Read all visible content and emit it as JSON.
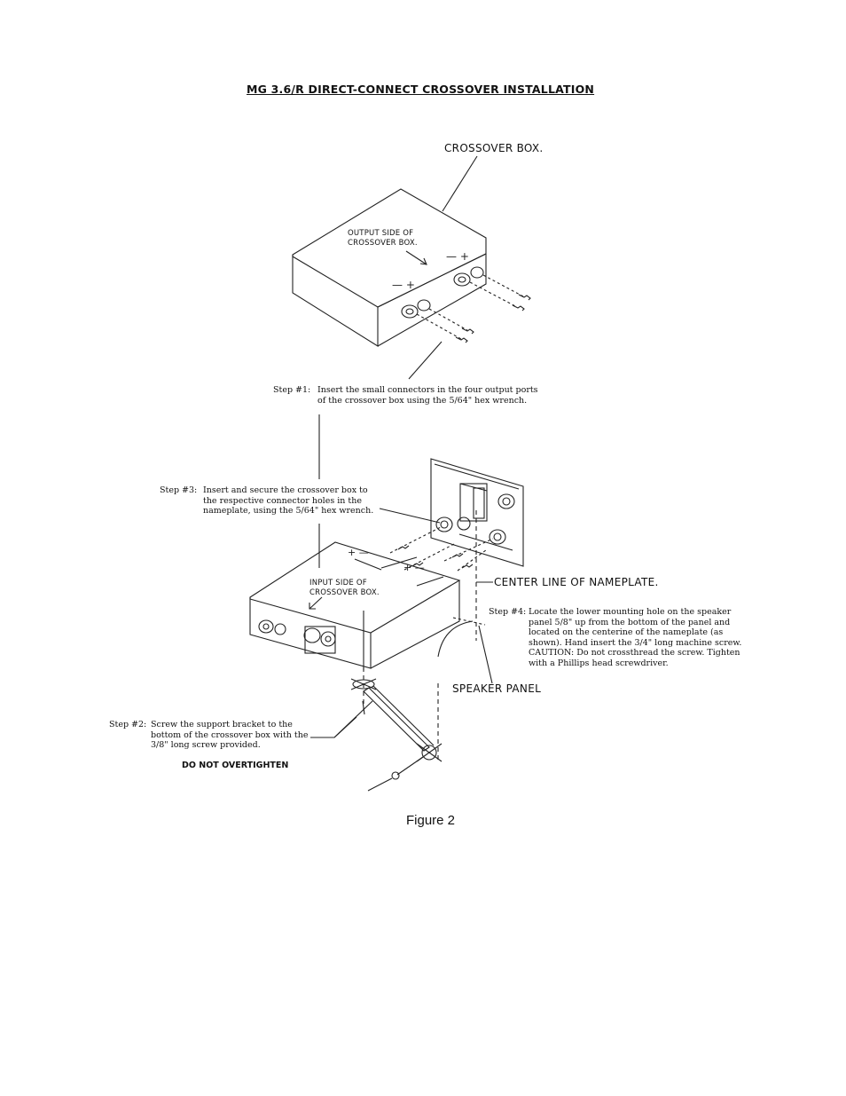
{
  "title": "MG 3.6/R DIRECT-CONNECT CROSSOVER INSTALLATION",
  "labels": {
    "crossover_box": "CROSSOVER BOX.",
    "output_side_line1": "OUTPUT SIDE OF",
    "output_side_line2": "CROSSOVER BOX.",
    "input_side_line1": "INPUT SIDE OF",
    "input_side_line2": "CROSSOVER BOX.",
    "center_line": "CENTER LINE OF NAMEPLATE.",
    "speaker_panel": "SPEAKER PANEL"
  },
  "steps": {
    "step1": {
      "head": "Step #1:",
      "line1": "Insert the small connectors in the four output ports",
      "line2": "of the crossover box using the 5/64\" hex wrench."
    },
    "step2": {
      "head": "Step #2:",
      "line1": "Screw the support bracket to the",
      "line2": "bottom of the crossover box with the",
      "line3": "3/8\" long screw provided."
    },
    "step3": {
      "head": "Step #3:",
      "line1": "Insert and secure the crossover box to",
      "line2": "the respective connector holes in the",
      "line3": "nameplate, using the 5/64\" hex wrench."
    },
    "step4": {
      "head": "Step #4:",
      "line1": "Locate the lower mounting hole on the speaker",
      "line2": "panel 5/8\" up from the bottom of the panel and",
      "line3": "located on the centerine of the nameplate (as",
      "line4": "shown).  Hand insert the 3/4\" long machine screw.",
      "line5": "CAUTION: Do not crossthread the screw.  Tighten",
      "line6": "with a Phillips head screwdriver."
    }
  },
  "warning": "DO NOT OVERTIGHTEN",
  "figure_caption": "Figure 2"
}
